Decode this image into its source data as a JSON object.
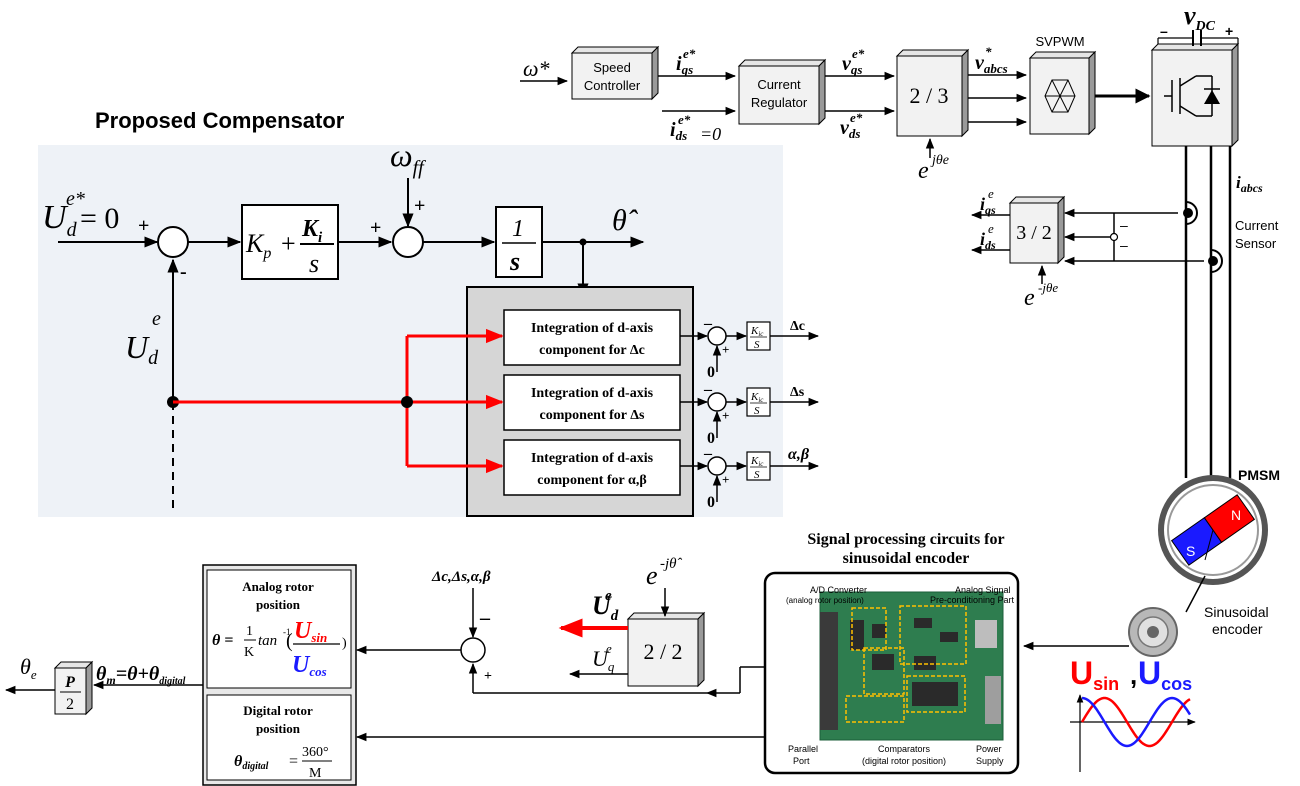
{
  "compensator_title": "Proposed Compensator",
  "top_chain": {
    "omega_ref": "ω*",
    "speed_controller": [
      "Speed",
      "Controller"
    ],
    "iqs_ref": "i",
    "iqs_ref_sub": "qs",
    "iqs_ref_sup": "e*",
    "current_regulator": [
      "Current",
      "Regulator"
    ],
    "ids_ref": "i",
    "ids_ref_sub": "ds",
    "ids_ref_sup": "e*",
    "ids_ref_value": "=0",
    "vqs": "v",
    "vqs_sub": "qs",
    "vqs_sup": "e*",
    "vds": "v",
    "vds_sub": "ds",
    "vds_sup": "e*",
    "transform_23": "2 / 3",
    "ejtheta": "e",
    "ejtheta_sup": "jθe",
    "vabcs": "v",
    "vabcs_sub": "abcs",
    "vabcs_sup": "*",
    "svpwm": "SVPWM",
    "vdc": "v",
    "vdc_sub": "DC",
    "minus": "–",
    "plus": "+",
    "iabcs": "i",
    "iabcs_sub": "abcs",
    "current_sensor": [
      "Current",
      "Sensor"
    ],
    "transform_32": "3 / 2",
    "iqs_fb": "i",
    "iqs_fb_sub": "qs",
    "iqs_fb_sup": "e",
    "ids_fb": "i",
    "ids_fb_sub": "ds",
    "ids_fb_sup": "e",
    "e_neg": "e",
    "e_neg_sup": "-jθe",
    "pmsm": "PMSM",
    "sinusoidal_encoder": [
      "Sinusoidal",
      "encoder"
    ],
    "magnet_n": "N",
    "magnet_s": "S"
  },
  "compensator": {
    "ud_ref": "U",
    "ud_ref_sub": "d",
    "ud_ref_sup": "e*",
    "ud_ref_value": "= 0",
    "plus": "+",
    "minus": "-",
    "ud_fb": "U",
    "ud_fb_sub": "d",
    "ud_fb_sup": "e",
    "pi_kp": "K",
    "pi_kp_sub": "p",
    "pi_plus": "+",
    "pi_ki": "K",
    "pi_ki_sub": "i",
    "pi_s": "s",
    "omega_ff": "ω",
    "omega_ff_sub": "ff",
    "int_num": "1",
    "int_den": "s",
    "theta_hat": "θ̂",
    "blocks": [
      {
        "line1": "Integration of d-axis",
        "line2": "component for Δc",
        "output": "Δc"
      },
      {
        "line1": "Integration of d-axis",
        "line2": "component for Δs",
        "output": "Δs"
      },
      {
        "line1": "Integration of d-axis",
        "line2": "component for α,β",
        "output": "α,β"
      }
    ],
    "kic_num": "K",
    "kic_num_sub": "ic",
    "kic_den": "S",
    "zero": "0"
  },
  "bottom": {
    "signal_title": [
      "Signal processing circuits for",
      "sinusoidal encoder"
    ],
    "board_labels": {
      "adc": [
        "A/D Converter",
        "(analog rotor position)"
      ],
      "analog": [
        "Analog Signal",
        "Pre-conditioning Part"
      ],
      "parallel": [
        "Parallel",
        "Port"
      ],
      "comparators": [
        "Comparators",
        "(digital rotor position)"
      ],
      "power": [
        "Power",
        "Supply"
      ]
    },
    "usin": "U",
    "usin_sub": "sin",
    "ucos": "U",
    "ucos_sub": "cos",
    "comma": ",",
    "transform_22": "2 / 2",
    "e_theta_hat": "e",
    "e_theta_hat_sup": "-jθ̂",
    "ud": "U",
    "ud_sub": "d",
    "ud_sup": "e",
    "uq": "U",
    "uq_sub": "q",
    "uq_sup": "e",
    "comp_terms": "Δc,Δs,α,β",
    "minus": "–",
    "plus": "+",
    "analog_title": [
      "Analog rotor",
      "position"
    ],
    "analog_formula_lhs": "θ =",
    "analog_one": "1",
    "analog_K": "K",
    "analog_tan": "tan",
    "analog_inv": "-1",
    "digital_title": [
      "Digital rotor",
      "position"
    ],
    "digital_lhs": "θ",
    "digital_lhs_sub": "digital",
    "digital_eq": "=",
    "digital_num": "360°",
    "digital_den": "M",
    "theta_m_eq": "θ",
    "theta_m_sub": "m",
    "theta_m_rest": "=θ+θ",
    "theta_m_digital": "digital",
    "p_num": "P",
    "p_den": "2",
    "theta_e": "θ",
    "theta_e_sub": "e"
  },
  "colors": {
    "red": "#ff0000",
    "blue": "#1a1aff",
    "panel": "#eef2f7",
    "gray_block": "#d6d6d6"
  }
}
